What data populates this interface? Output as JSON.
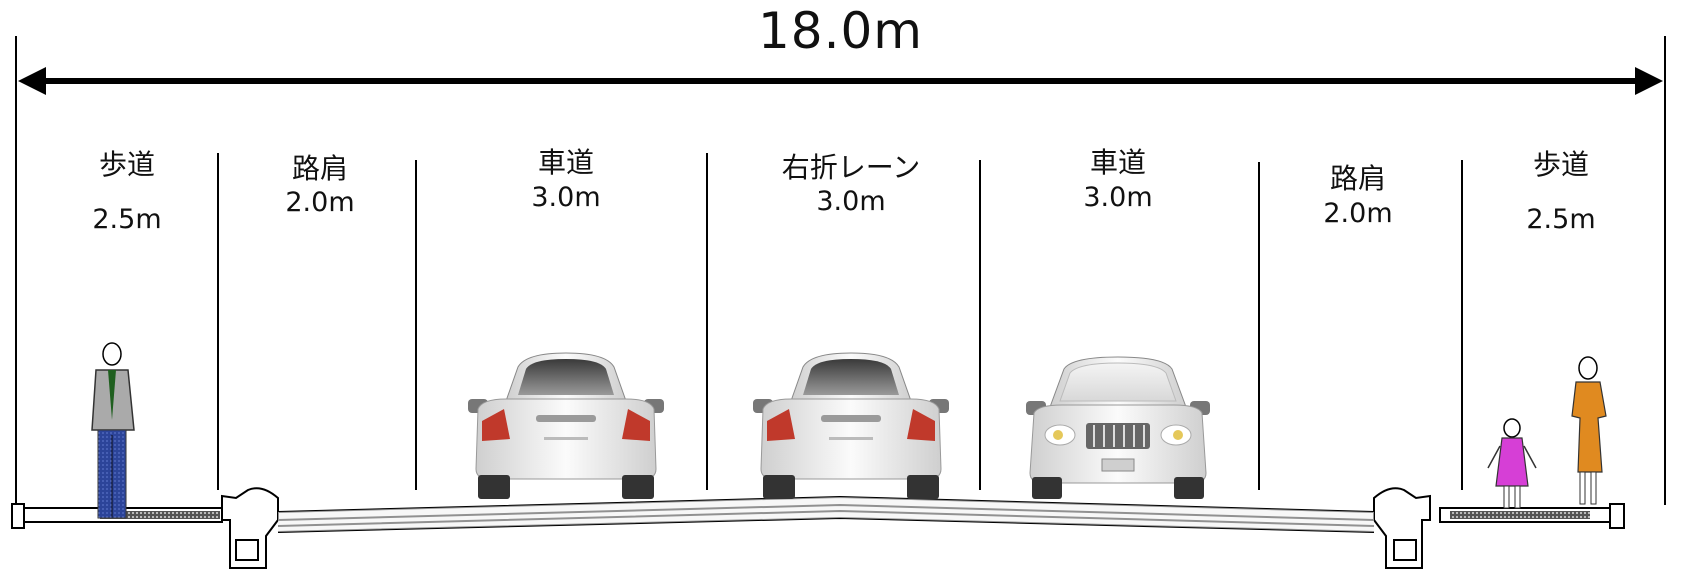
{
  "total_width": "18.0m",
  "lanes": [
    {
      "name": "歩道",
      "width": "2.5m"
    },
    {
      "name": "路肩",
      "width": "2.0m"
    },
    {
      "name": "車道",
      "width": "3.0m"
    },
    {
      "name": "右折レーン",
      "width": "3.0m"
    },
    {
      "name": "車道",
      "width": "3.0m"
    },
    {
      "name": "路肩",
      "width": "2.0m"
    },
    {
      "name": "歩道",
      "width": "2.5m"
    }
  ],
  "colors": {
    "line": "#000000",
    "tail_light": "#c0392b",
    "car_body": "#e8e8e8",
    "pedestrian_pants": "#1f3fb0",
    "child_dress": "#d63fd6",
    "woman_dress": "#e08a20"
  }
}
